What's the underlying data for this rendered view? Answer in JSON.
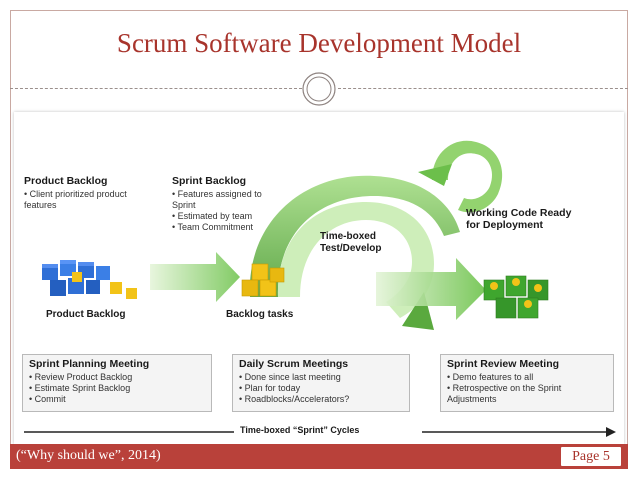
{
  "title": "Scrum Software Development Model",
  "product_backlog": {
    "heading": "Product Backlog",
    "bullets": [
      "• Client prioritized product",
      "  features"
    ],
    "label": "Product Backlog"
  },
  "sprint_backlog": {
    "heading": "Sprint Backlog",
    "bullets": [
      "• Features assigned to",
      "  Sprint",
      "• Estimated by team",
      "• Team Commitment"
    ],
    "label": "Backlog tasks"
  },
  "timeboxed": {
    "line1": "Time-boxed",
    "line2": "Test/Develop"
  },
  "working_code": {
    "line1": "Working Code Ready",
    "line2": "for Deployment"
  },
  "meetings": [
    {
      "heading": "Sprint Planning Meeting",
      "bullets": [
        "• Review Product Backlog",
        "• Estimate Sprint Backlog",
        "• Commit"
      ]
    },
    {
      "heading": "Daily Scrum Meetings",
      "bullets": [
        "• Done since last meeting",
        "• Plan for today",
        "• Roadblocks/Accelerators?"
      ]
    },
    {
      "heading": "Sprint Review Meeting",
      "bullets": [
        "• Demo features to all",
        "• Retrospective on the Sprint",
        "  Adjustments"
      ]
    }
  ],
  "cycles_label": "Time-boxed “Sprint” Cycles",
  "citation": "(“Why should we”, 2014)",
  "page": "Page 5",
  "colors": {
    "title": "#a8342c",
    "footer": "#b9413a",
    "arrow_green": "#8fd16b",
    "cube_blue": "#2f6fd6",
    "cube_yellow": "#f2c318",
    "cube_green": "#3fa62e"
  }
}
